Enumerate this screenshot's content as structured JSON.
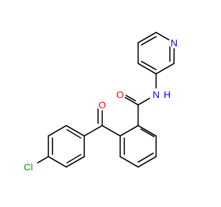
{
  "molecule": {
    "atoms": {
      "n_pyridine": {
        "label": "N",
        "color": "#0000ff"
      },
      "n_amide": {
        "label": "N",
        "color": "#0000ff"
      },
      "h_amide": {
        "label": "H",
        "color": "#0000ff"
      },
      "o_amide": {
        "label": "O",
        "color": "#ff0000"
      },
      "o_ketone": {
        "label": "O",
        "color": "#ff0000"
      },
      "cl": {
        "label": "Cl",
        "color": "#00a000"
      }
    },
    "bond_color": "#000000"
  }
}
